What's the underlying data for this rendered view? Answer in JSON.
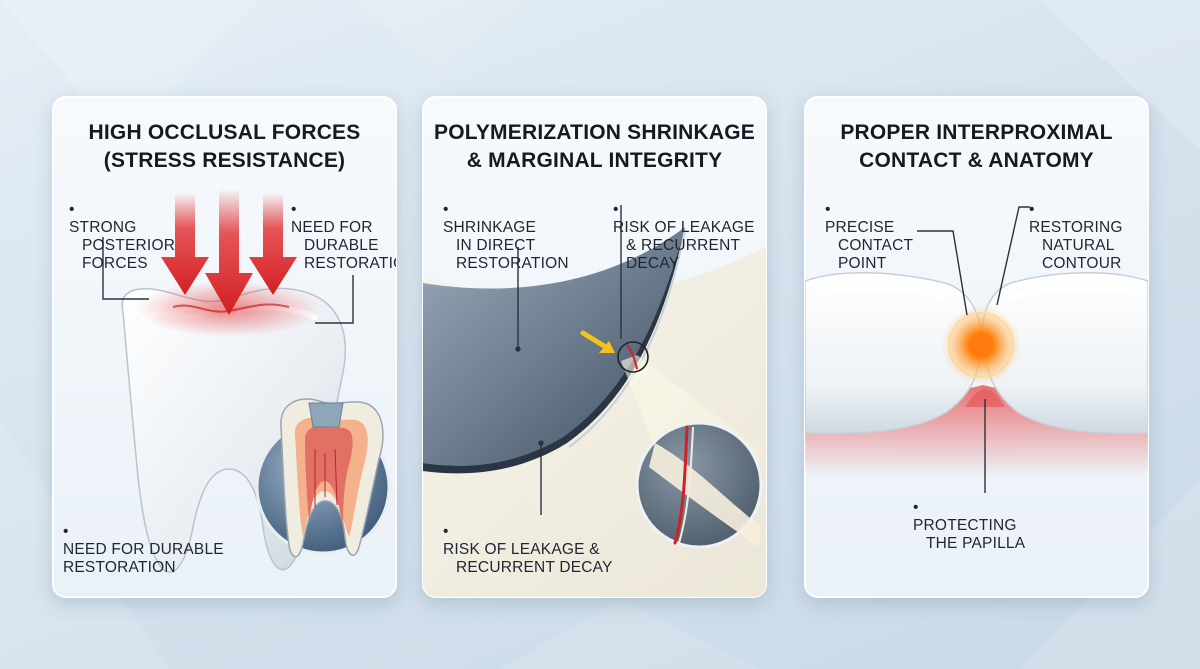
{
  "panels": [
    {
      "title_lines": [
        "HIGH OCCLUSAL FORCES",
        "(STRESS RESISTANCE)"
      ],
      "labels": {
        "strong_forces": [
          "STRONG",
          "POSTERIOR",
          "FORCES"
        ],
        "need_durable_top": [
          "NEED FOR",
          "DURABLE",
          "RESTORATION"
        ],
        "need_durable_bottom": [
          "NEED FOR DURABLE",
          "RESTORATION"
        ]
      }
    },
    {
      "title_lines": [
        "POLYMERIZATION SHRINKAGE",
        "& MARGINAL INTEGRITY"
      ],
      "labels": {
        "shrinkage": [
          "SHRINKAGE",
          "IN DIRECT",
          "RESTORATION"
        ],
        "risk_top": [
          "RISK OF LEAKAGE",
          "& RECURRENT",
          "DECAY"
        ],
        "risk_bottom": [
          "RISK OF LEAKAGE &",
          "RECURRENT DECAY"
        ]
      }
    },
    {
      "title_lines": [
        "PROPER INTERPROXIMAL",
        "CONTACT & ANATOMY"
      ],
      "labels": {
        "contact_point": [
          "PRECISE",
          "CONTACT",
          "POINT"
        ],
        "natural_contour": [
          "RESTORING",
          "NATURAL",
          "CONTOUR"
        ],
        "papilla": [
          "PROTECTING",
          "THE PAPILLA"
        ]
      }
    }
  ],
  "colors": {
    "force_arrow": "#e0282a",
    "contact_glow": "#ff8a1c",
    "gap_arrow": "#f4c21a",
    "gum": "#e65a5a"
  },
  "icons": [
    "force-arrow-icon",
    "magnifier-icon",
    "contact-glow-icon",
    "tooth-cross-section-icon"
  ]
}
